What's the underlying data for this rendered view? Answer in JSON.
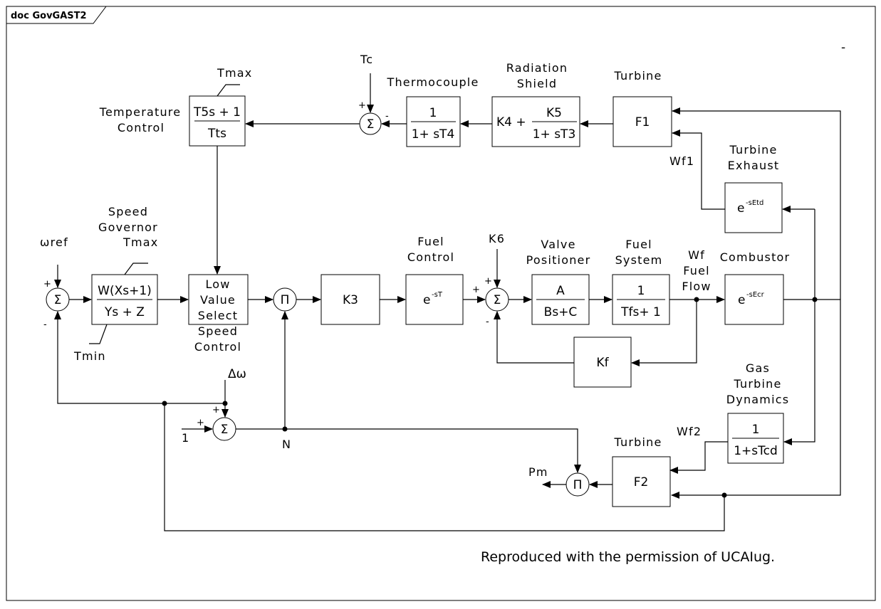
{
  "frame": {
    "tab_label": "doc GovGAST2"
  },
  "credit": "Reproduced with the permission of UCAIug.",
  "signals": {
    "wref": "ωref",
    "tc": "Tc",
    "k6": "K6",
    "dw": "Δω",
    "one": "1",
    "n": "N",
    "pm": "Pm",
    "wf1": "Wf1",
    "wf2": "Wf2",
    "wf_fuel_flow": [
      "Wf",
      "Fuel",
      "Flow"
    ],
    "tmax_top": "Tmax",
    "tmax_gov": "Tmax",
    "tmin": "Tmin",
    "dash": "-"
  },
  "summers": {
    "sigma": "Σ",
    "pi": "Π",
    "plus": "+",
    "minus": "-"
  },
  "labels": {
    "temperature_control": [
      "Temperature",
      "Control"
    ],
    "thermocouple": "Thermocouple",
    "radiation_shield": [
      "Radiation",
      "Shield"
    ],
    "turbine_top": "Turbine",
    "turbine_exhaust": [
      "Turbine",
      "Exhaust"
    ],
    "speed_governor": [
      "Speed",
      "Governor"
    ],
    "speed_control": [
      "Speed",
      "Control"
    ],
    "fuel_control": [
      "Fuel",
      "Control"
    ],
    "valve_positioner": [
      "Valve",
      "Positioner"
    ],
    "fuel_system": [
      "Fuel",
      "System"
    ],
    "combustor": "Combustor",
    "gas_turbine_dynamics": [
      "Gas",
      "Turbine",
      "Dynamics"
    ],
    "turbine_bottom": "Turbine"
  },
  "blocks": {
    "temp_ctrl": {
      "num": "T5s + 1",
      "den": "Tts"
    },
    "thermocouple": {
      "num": "1",
      "den": "1+ sT4"
    },
    "radiation": {
      "pre": "K4 +",
      "num": "K5",
      "den": "1+ sT3"
    },
    "f1": "F1",
    "exhaust": {
      "base": "e",
      "exp": "-sEtd"
    },
    "governor": {
      "num": "W(Xs+1)",
      "den": "Ys + Z"
    },
    "lvs": [
      "Low",
      "Value",
      "Select"
    ],
    "k3": "K3",
    "fuel_ctrl": {
      "base": "e",
      "exp": "-sT"
    },
    "valve": {
      "num": "A",
      "den": "Bs+C"
    },
    "fuel_sys": {
      "num": "1",
      "den": "Tfs+ 1"
    },
    "combustor": {
      "base": "e",
      "exp": "-sEcr"
    },
    "kf": "Kf",
    "gtd": {
      "num": "1",
      "den": "1+sTcd"
    },
    "f2": "F2"
  }
}
